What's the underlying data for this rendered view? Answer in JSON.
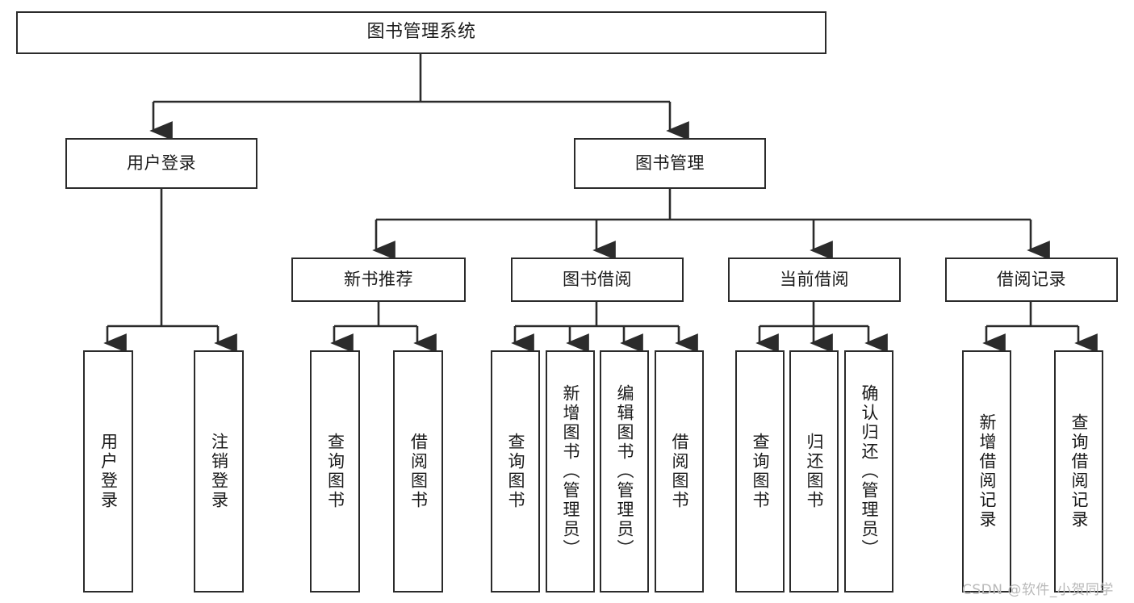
{
  "diagram": {
    "title": "图书管理系统",
    "type": "tree-hierarchy-chart",
    "line_color": "#2b2b2b",
    "box_fill": "#ffffff",
    "text_color": "#1a1a1a"
  },
  "nodes": {
    "root": {
      "label": "图书管理系统"
    },
    "level2": [
      {
        "id": "user-login",
        "label": "用户登录"
      },
      {
        "id": "book-manage",
        "label": "图书管理"
      }
    ],
    "level3": [
      {
        "id": "new-book-rec",
        "label": "新书推荐"
      },
      {
        "id": "book-borrow",
        "label": "图书借阅"
      },
      {
        "id": "current-borrow",
        "label": "当前借阅"
      },
      {
        "id": "borrow-record",
        "label": "借阅记录"
      }
    ],
    "leaves": {
      "user_login": [
        {
          "id": "leaf-user-login",
          "label": "用户登录"
        },
        {
          "id": "leaf-logout",
          "label": "注销登录"
        }
      ],
      "new_book_rec": [
        {
          "id": "leaf-query-book-1",
          "label": "查询图书"
        },
        {
          "id": "leaf-borrow-book-1",
          "label": "借阅图书"
        }
      ],
      "book_borrow": [
        {
          "id": "leaf-query-book-2",
          "label": "查询图书"
        },
        {
          "id": "leaf-add-book",
          "label": "新增图书（管理员）"
        },
        {
          "id": "leaf-edit-book",
          "label": "编辑图书（管理员）"
        },
        {
          "id": "leaf-borrow-book-2",
          "label": "借阅图书"
        }
      ],
      "current_borrow": [
        {
          "id": "leaf-query-book-3",
          "label": "查询图书"
        },
        {
          "id": "leaf-return-book",
          "label": "归还图书"
        },
        {
          "id": "leaf-confirm-return",
          "label": "确认归还（管理员）"
        }
      ],
      "borrow_record": [
        {
          "id": "leaf-add-record",
          "label": "新增借阅记录"
        },
        {
          "id": "leaf-query-record",
          "label": "查询借阅记录"
        }
      ]
    }
  },
  "watermark": {
    "text": "CSDN @软件_小贺同学"
  }
}
